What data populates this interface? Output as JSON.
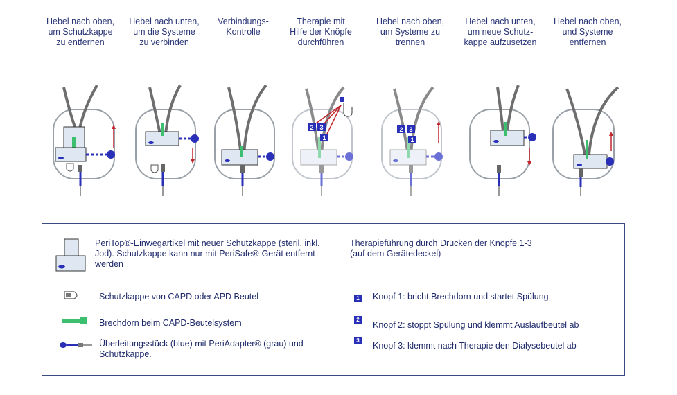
{
  "steps": [
    {
      "title": "Hebel nach oben,\num Schutzkappe\nzu entfernen",
      "icon": "step-1-remove-cap"
    },
    {
      "title": "Hebel nach unten,\num die Systeme\nzu verbinden",
      "icon": "step-2-connect"
    },
    {
      "title": "Verbindungs-\nKontrolle",
      "icon": "step-3-check"
    },
    {
      "title": "Therapie mit\nHilfe der Knöpfe\ndurchführen",
      "icon": "step-4-therapy"
    },
    {
      "title": "Hebel nach oben,\num Systeme zu\ntrennen",
      "icon": "step-5-separate"
    },
    {
      "title": "Hebel nach unten,\num neue Schutz-\nkappe aufzusetzen",
      "icon": "step-6-new-cap"
    },
    {
      "title": "Hebel nach oben,\nund Systeme\nentfernen",
      "icon": "step-7-remove"
    }
  ],
  "legend": {
    "peritop": "PeriTop®-Einwegartikel mit neuer Schutzkappe (steril, inkl. Jod). Schutzkappe kann nur mit PeriSafe®-Gerät entfernt werden",
    "cap": "Schutzkappe von CAPD oder APD Beutel",
    "spike": "Brechdorn beim CAPD-Beutelsystem",
    "adapter": "Überleitungsstück (blue) mit PeriAdapter® (grau) und Schutzkappe.",
    "buttons_intro": "Therapieführung durch Drücken der Knöpfe 1-3\n(auf dem Gerätedeckel)",
    "knopf1_num": "1",
    "knopf1": "Knopf 1: bricht Brechdorn und startet Spülung",
    "knopf2_num": "2",
    "knopf2": "Knopf 2: stoppt Spülung und klemmt Auslaufbeutel ab",
    "knopf3_num": "3",
    "knopf3": "Knopf 3: klemmt nach Therapie den Dialysebeutel ab"
  },
  "colors": {
    "title_text": "#2a3577",
    "tube": "#6e6e6e",
    "device_outline": "#9aa0a8",
    "knob_blue": "#2a2fb8",
    "spike_green": "#3cbf6e",
    "red_arrow": "#c0262c"
  }
}
